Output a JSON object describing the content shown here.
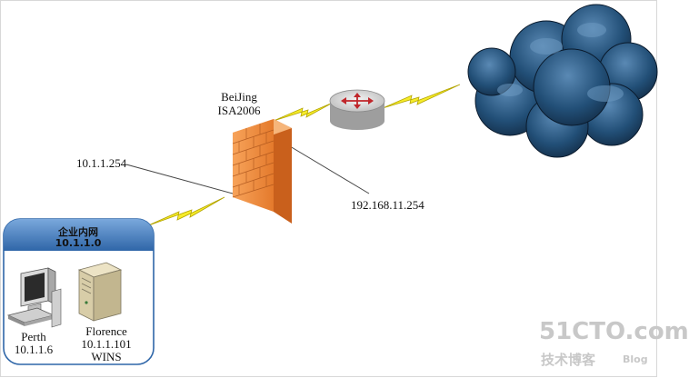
{
  "firewall": {
    "name": "BeiJing",
    "model": "ISA2006"
  },
  "interfaces": {
    "internal_ip": "10.1.1.254",
    "external_ip": "192.168.11.254"
  },
  "lan": {
    "title": "企业内网",
    "subnet": "10.1.1.0"
  },
  "hosts": [
    {
      "name": "Perth",
      "ip": "10.1.1.6"
    },
    {
      "name": "Florence",
      "ip": "10.1.1.101",
      "role": "WINS"
    }
  ],
  "watermark": {
    "brand": "51CTO.com",
    "tagline": "技术博客",
    "blog": "Blog"
  },
  "colors": {
    "lightning": "#f6ec2a",
    "firewall": "#f08a3a",
    "cloud": "#1f4e72",
    "lan_header": "#3f77b8",
    "router": "#cfcfcf",
    "watermark": "#c8c8c8"
  },
  "icons": [
    "firewall-icon",
    "router-icon",
    "cloud-icon",
    "workstation-icon",
    "server-icon",
    "lightning-link-icon"
  ]
}
